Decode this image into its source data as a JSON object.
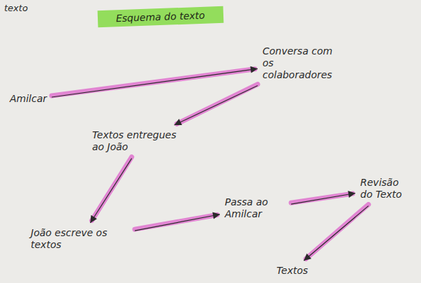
{
  "diagram": {
    "title": "Esquema do texto",
    "nodes": [
      {
        "text": [
          "Amilcar"
        ]
      },
      {
        "text": [
          "Conversa com os colaboradores"
        ]
      },
      {
        "text": [
          "Textos entregues ao João"
        ]
      },
      {
        "text": [
          "João escreve os textos"
        ]
      },
      {
        "text": [
          "Passa ao Amilcar"
        ]
      },
      {
        "text": [
          "Revisão do Texto"
        ]
      },
      {
        "text": [
          "Textos"
        ]
      }
    ],
    "edges": [
      {
        "from": 0,
        "to": 1,
        "arrow": "to"
      },
      {
        "from": 1,
        "to": 2,
        "arrow": "to"
      },
      {
        "from": 2,
        "to": 3,
        "arrow": "to"
      },
      {
        "from": 3,
        "to": 4,
        "arrow": "to"
      },
      {
        "from": 4,
        "to": 5,
        "arrow": "to"
      },
      {
        "from": 5,
        "to": 6,
        "arrow": "to"
      }
    ],
    "labels": [
      "texto"
    ]
  }
}
